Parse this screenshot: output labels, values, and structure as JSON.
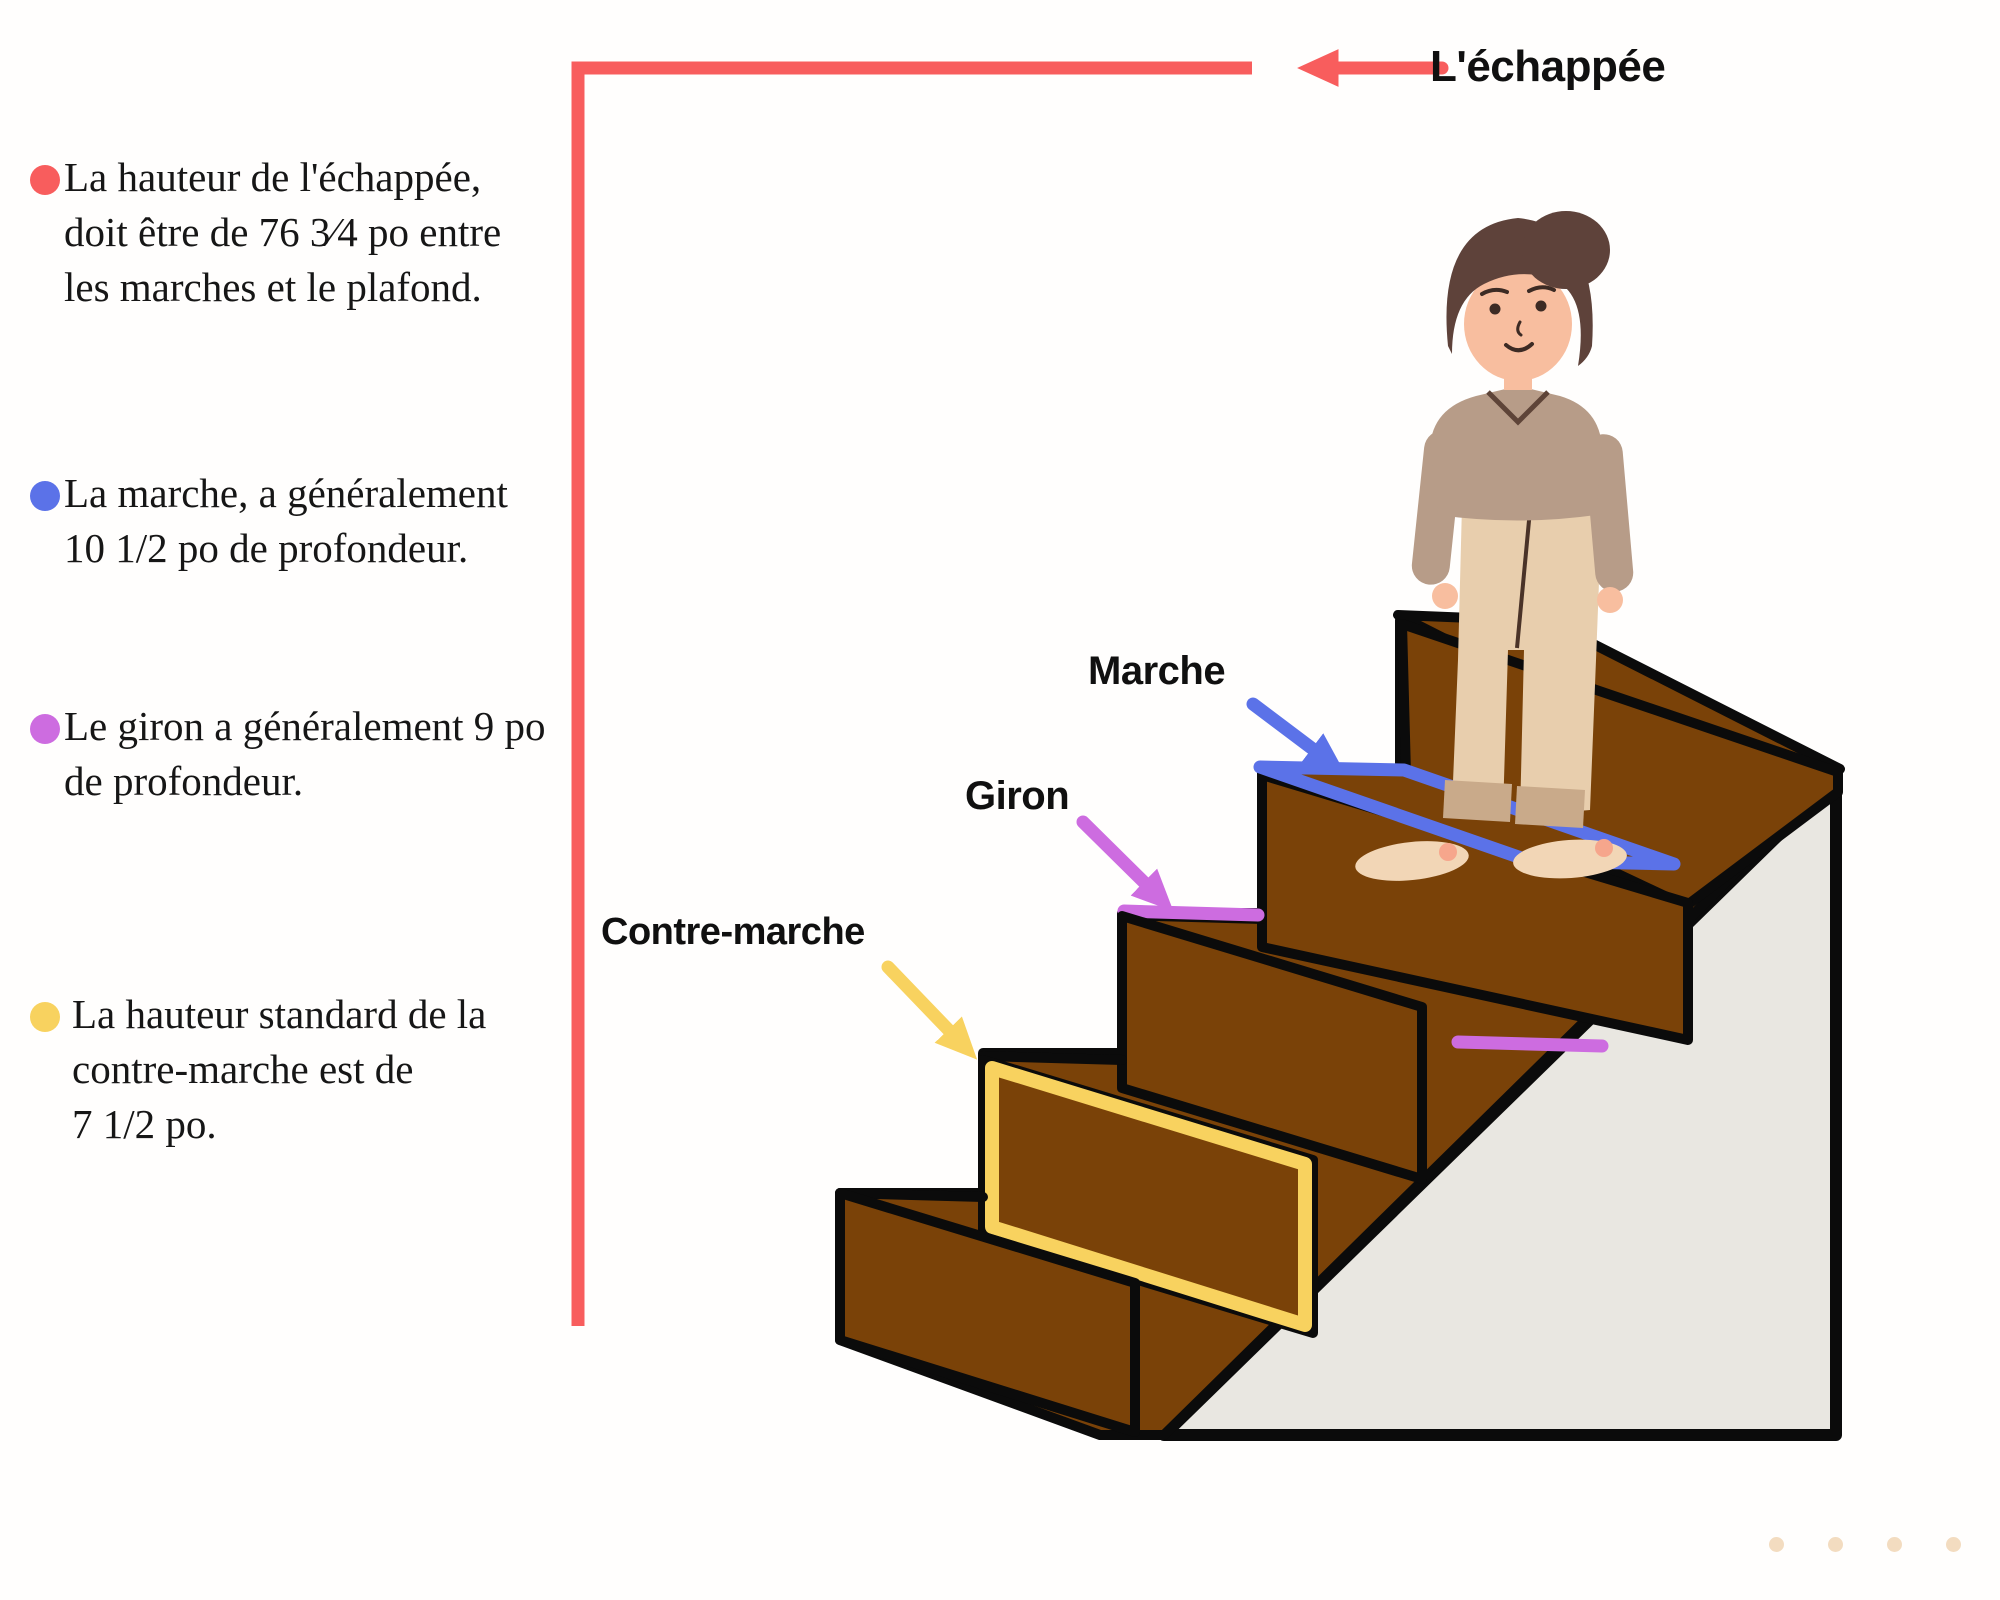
{
  "background": "#FFFEFD",
  "colors": {
    "background": "#FFFEFD",
    "red": "#F85D5D",
    "blue": "#5B72E8",
    "purple": "#CD6CE0",
    "yellow": "#F8D25F",
    "brown": "#7A4208",
    "gray_panel": "#E9E7E1",
    "outline": "#0B0B0B",
    "skin": "#F8BE9F",
    "hair": "#5E423A",
    "shirt": "#B79C88",
    "pants": "#E8CEAD",
    "cuff": "#C9AA8A",
    "shoe": "#F2D6B6",
    "blush": "#F6A68C",
    "face_line": "#3D2B24",
    "footer_dot": "#F3DCC0"
  },
  "labels": {
    "echappee": "L'échappée",
    "marche": "Marche",
    "giron": "Giron",
    "contremarche": "Contre-marche"
  },
  "legend": {
    "bullets": [
      {
        "color": "#F85D5D",
        "lines": [
          "La hauteur de l'échappée,",
          "doit être de 76 3⁄4 po entre",
          "les marches et le plafond."
        ]
      },
      {
        "color": "#5B72E8",
        "lines": [
          "La marche, a généralement",
          "10 1/2 po de profondeur."
        ]
      },
      {
        "color": "#CD6CE0",
        "lines": [
          "Le giron a généralement 9 po",
          "de profondeur."
        ]
      },
      {
        "color": "#F8D25F",
        "lines": [
          "La hauteur standard de la",
          "contre-marche est de",
          "7 1/2 po."
        ]
      }
    ]
  },
  "footer": {
    "dot_count": "4"
  }
}
